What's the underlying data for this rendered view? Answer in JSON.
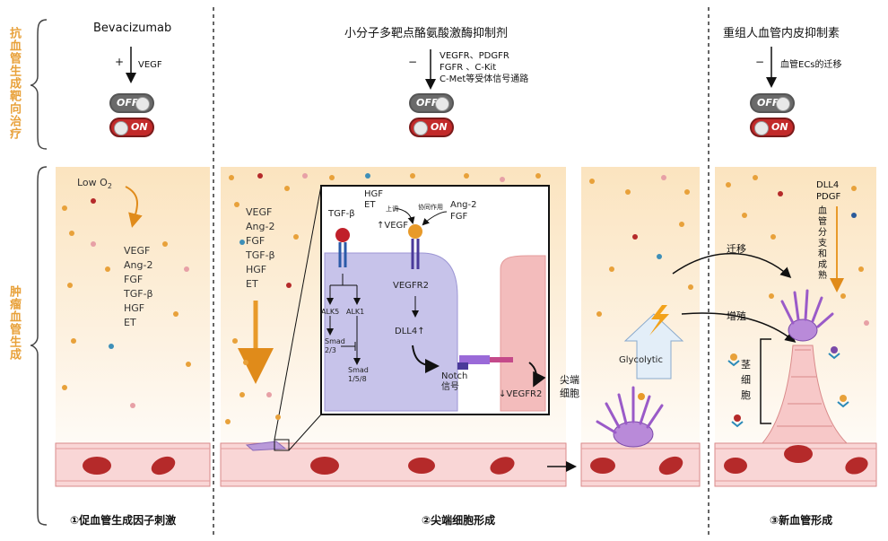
{
  "left_labels": {
    "therapy": "抗血管生成靶向治疗",
    "angiogenesis": "肿瘤血管生成"
  },
  "therapies": [
    {
      "name": "Bevacizumab",
      "sign": "+",
      "target": "VEGF"
    },
    {
      "name": "小分子多靶点酪氨酸激酶抑制剂",
      "sign": "−",
      "target_lines": [
        "VEGFR、PDGFR",
        "FGFR 、C-Kit",
        "C-Met等受体信号通路"
      ]
    },
    {
      "name": "重组人血管内皮抑制素",
      "sign": "−",
      "target": "血管ECs的迁移"
    }
  ],
  "toggles": {
    "off": "OFF",
    "on": "ON"
  },
  "panel1": {
    "low_o2": "Low O",
    "low_o2_sub": "2",
    "factors": [
      "VEGF",
      "Ang-2",
      "FGF",
      "TGF-β",
      "HGF",
      "ET"
    ],
    "caption": "①促血管生成因子刺激"
  },
  "panel2": {
    "factors": [
      "VEGF",
      "Ang-2",
      "FGF",
      "TGF-β",
      "HGF",
      "ET"
    ],
    "inset": {
      "tgfb": "TGF-β",
      "hgf": "HGF",
      "et": "ET",
      "upregulate": "上调",
      "synergy": "协同作用",
      "ang2": "Ang-2",
      "fgf": "FGF",
      "up_vegf": "↑VEGF",
      "vegfr2": "VEGFR2",
      "alk5": "ALK5",
      "alk1": "ALK1",
      "smad23": [
        "Smad",
        "2/3"
      ],
      "smad158": [
        "Smad",
        "1/5/8"
      ],
      "dll4": "DLL4↑",
      "notch": [
        "Notch",
        "信号"
      ],
      "down_vegfr2": "↓VEGFR2"
    },
    "caption": "②尖端细胞形成"
  },
  "tip_panel": {
    "tip_cell": [
      "尖端",
      "细胞"
    ],
    "glycolytic": "Glycolytic"
  },
  "panel3": {
    "dll4": "DLL4",
    "pdgf": "PDGF",
    "vertical": [
      "血",
      "管",
      "分",
      "支",
      "和",
      "成",
      "熟"
    ],
    "migration": "迁移",
    "proliferation": "增殖",
    "stalk": [
      "茎",
      "细",
      "胞"
    ],
    "caption": "③新血管形成"
  },
  "colors": {
    "accent": "#e8a13a",
    "vessel": "#f7c8c8",
    "rbc": "#b52a2a",
    "inset_cell": "#c7c3ea",
    "neighbor_cell": "#f0b8b8"
  }
}
